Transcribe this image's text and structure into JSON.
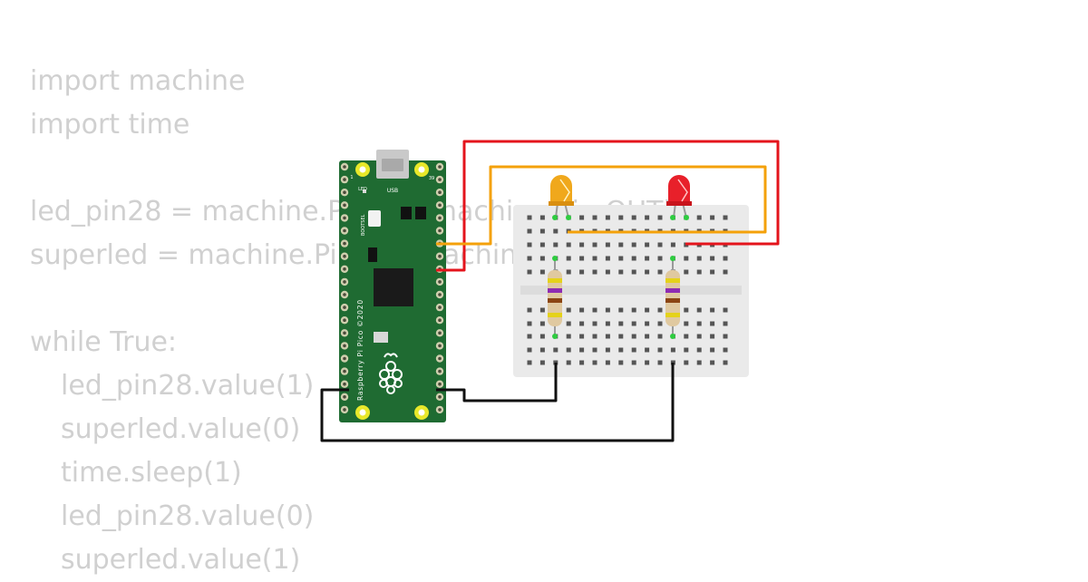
{
  "code": {
    "lines": [
      "import machine",
      "import time",
      "",
      "led_pin28 = machine.Pin(28, machine.Pin.OUT)",
      "superled = machine.Pin(22, machine.Pin.OUT)",
      "",
      "while True:",
      "led_pin28.value(1)",
      "superled.value(0)",
      "time.sleep(1)",
      "led_pin28.value(0)",
      "superled.value(1)"
    ]
  },
  "board": {
    "name": "Raspberry Pi Pico ©2020",
    "usb_label": "USB",
    "led_label": "LED",
    "bootsel_label": "BOOTSEL",
    "pin1_label": "1",
    "pin39_label": "39",
    "color": "#1f6b32"
  },
  "components": {
    "led_yellow": {
      "color": "#f0a81c"
    },
    "led_red": {
      "color": "#e8202a"
    },
    "resistor_bands": [
      "#e5d21a",
      "#8e2bb3",
      "#8b4513",
      "#e5d21a"
    ]
  },
  "wires": {
    "red": "#e4141c",
    "orange": "#f4a10a",
    "black": "#111111"
  }
}
